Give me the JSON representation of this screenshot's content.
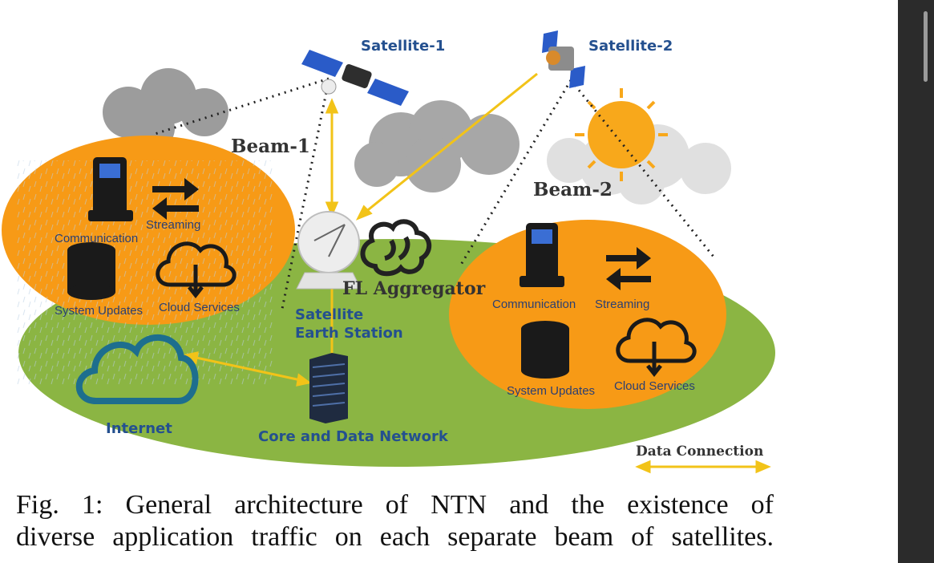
{
  "labels": {
    "satellite_1": "Satellite-1",
    "satellite_2": "Satellite-2",
    "beam_1": "Beam-1",
    "beam_2": "Beam-2",
    "fl_aggregator": "FL Aggregator",
    "earth_station_line1": "Satellite",
    "earth_station_line2": "Earth Station",
    "internet": "Internet",
    "core_network": "Core and Data Network",
    "legend": "Data Connection"
  },
  "beam_1_apps": {
    "communication": "Communication",
    "streaming": "Streaming",
    "system_updates": "System Updates",
    "cloud_services": "Cloud Services"
  },
  "beam_2_apps": {
    "communication": "Communication",
    "streaming": "Streaming",
    "system_updates": "System Updates",
    "cloud_services": "Cloud Services"
  },
  "caption": {
    "line1": "Fig. 1: General architecture of NTN and the existence of",
    "line2": "diverse application traffic on each separate beam of satellites."
  },
  "colors": {
    "ground": "#8bb543",
    "beam": "#f79a16",
    "link": "#f2c318",
    "label_blue": "#24508f",
    "panel": "#2a5bc8"
  },
  "icons": [
    "satellite-icon",
    "sun-icon",
    "cloud-icon",
    "phone-icon",
    "streaming-arrows-icon",
    "database-icon",
    "cloud-download-icon",
    "satellite-dish-icon",
    "brain-icon",
    "server-rack-icon",
    "internet-cloud-icon",
    "double-arrow-icon"
  ]
}
